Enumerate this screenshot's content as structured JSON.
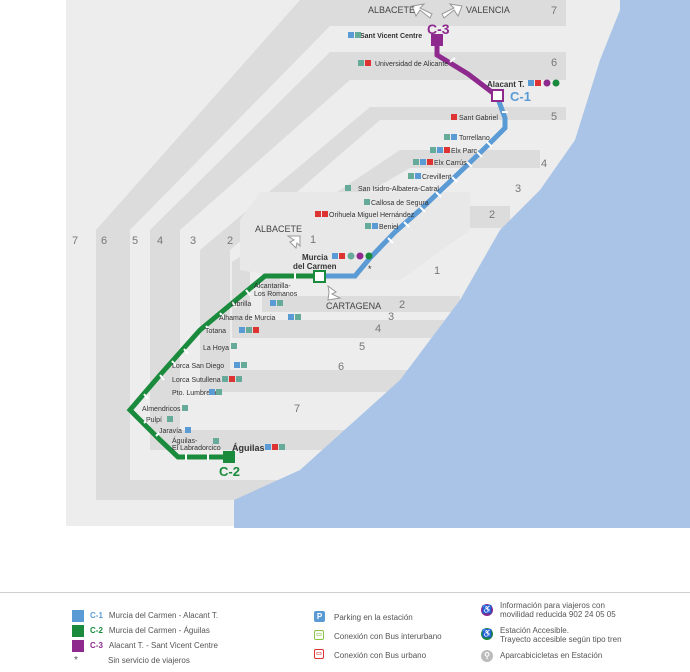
{
  "colors": {
    "c1": "#5b9bd5",
    "c2": "#1a8a3c",
    "c3": "#8e2a8e",
    "sea": "#a9c4e6",
    "zone": "#e4e4e4",
    "zoneAlt": "#dadada",
    "panel": "#ececec"
  },
  "top": {
    "albacete": "ALBACETE",
    "valencia": "VALENCIA",
    "c3_badge": "C-3",
    "c1_badge": "C-1",
    "c2_badge": "C-2"
  },
  "zones": {
    "right": [
      "7",
      "6",
      "5",
      "4",
      "3",
      "2",
      "1"
    ],
    "left": [
      "7",
      "6",
      "5",
      "4",
      "3",
      "2",
      "1"
    ],
    "south": [
      "2",
      "3",
      "4",
      "5",
      "6",
      "7"
    ]
  },
  "labels": {
    "albacete_mid": "ALBACETE",
    "cartagena": "CARTAGENA"
  },
  "stations": {
    "c3": [
      "Sant Vicent Centre",
      "Universidad de Alicante"
    ],
    "c1": [
      "Alacant T.",
      "Sant Gabriel",
      "Torrellano",
      "Elx Parc",
      "Elx Carrús",
      "Crevillent",
      "San Isidro-Albatera-Catral",
      "Callosa de Segura",
      "Orihuela Miguel Hernández",
      "Beniel"
    ],
    "hub": [
      "Murcia",
      "del Carmen"
    ],
    "c2": [
      "Alcantarilla-",
      "Los Romanos",
      "Librilla",
      "Alhama de Murcia",
      "Totana",
      "La Hoya",
      "Lorca San Diego",
      "Lorca Sutullena",
      "Pto. Lumbreras",
      "Almendricos",
      "Pulpí",
      "Jaravía",
      "Águilas-",
      "El Labradorcico",
      "Águilas"
    ]
  },
  "legend": {
    "lines": [
      {
        "code": "C-1",
        "name": "Murcia del Carmen - Alacant T."
      },
      {
        "code": "C-2",
        "name": "Murcia del Carmen - Águilas"
      },
      {
        "code": "C-3",
        "name": "Alacant T. - Sant Vicent Centre"
      }
    ],
    "star_mark": "*",
    "no_service": "Sin servicio de viajeros",
    "parking_icon": "P",
    "parking": "Parking en la estación",
    "bus_inter": "Conexión con Bus interurbano",
    "bus_urban": "Conexión con Bus urbano",
    "info_prm": "Información para viajeros con",
    "info_prm2": "movilidad reducida 902 24 05 05",
    "accessible": "Estación Accesible.",
    "accessible2": "Trayecto accesible según tipo tren",
    "bikes": "Aparcabicicletas en Estación"
  }
}
